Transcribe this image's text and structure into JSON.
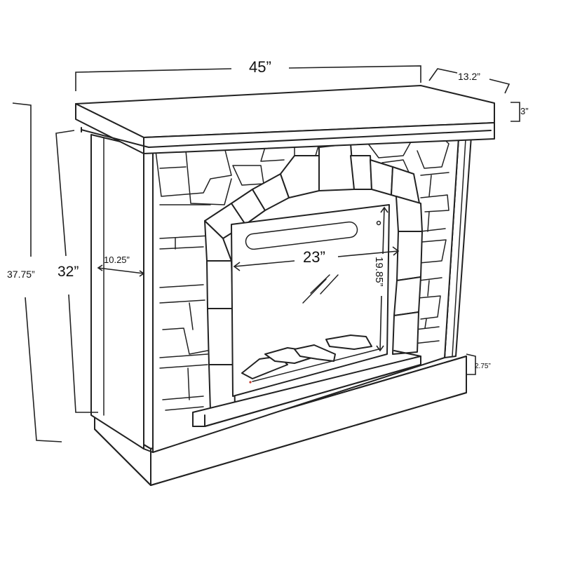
{
  "dimensions": {
    "width_top": "45”",
    "depth_top": "13.2”",
    "mantel_thickness": "3”",
    "total_height": "37.75”",
    "body_height": "32”",
    "side_depth": "10.25”",
    "insert_width": "23”",
    "insert_height": "19.85”",
    "base_height": "2.75”"
  }
}
